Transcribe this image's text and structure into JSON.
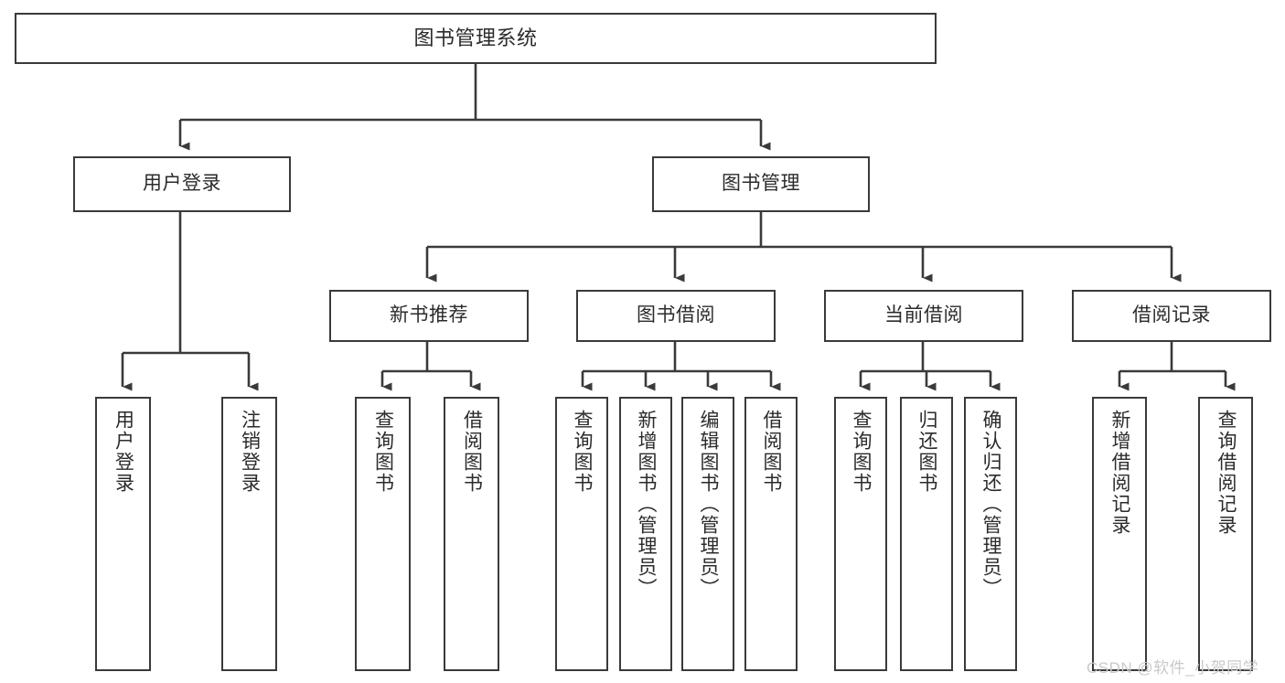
{
  "diagram": {
    "type": "tree-hierarchy",
    "title": "图书管理系统",
    "root": {
      "label": "图书管理系统"
    },
    "level2": [
      {
        "id": "user-login",
        "label": "用户登录"
      },
      {
        "id": "book-management",
        "label": "图书管理"
      }
    ],
    "level3": [
      {
        "id": "new-book-recommend",
        "label": "新书推荐",
        "parent": "book-management"
      },
      {
        "id": "book-borrow",
        "label": "图书借阅",
        "parent": "book-management"
      },
      {
        "id": "current-borrow",
        "label": "当前借阅",
        "parent": "book-management"
      },
      {
        "id": "borrow-record",
        "label": "借阅记录",
        "parent": "book-management"
      }
    ],
    "leaves": [
      {
        "id": "leaf-user-login",
        "label": "用户登录",
        "parent": "user-login"
      },
      {
        "id": "leaf-logout-login",
        "label": "注销登录",
        "parent": "user-login"
      },
      {
        "id": "leaf-query-book-1",
        "label": "查询图书",
        "parent": "new-book-recommend"
      },
      {
        "id": "leaf-borrow-book-1",
        "label": "借阅图书",
        "parent": "new-book-recommend"
      },
      {
        "id": "leaf-query-book-2",
        "label": "查询图书",
        "parent": "book-borrow"
      },
      {
        "id": "leaf-add-book",
        "label": "新增图书（管理员）",
        "parent": "book-borrow"
      },
      {
        "id": "leaf-edit-book",
        "label": "编辑图书（管理员）",
        "parent": "book-borrow"
      },
      {
        "id": "leaf-borrow-book-2",
        "label": "借阅图书",
        "parent": "book-borrow"
      },
      {
        "id": "leaf-query-book-3",
        "label": "查询图书",
        "parent": "current-borrow"
      },
      {
        "id": "leaf-return-book",
        "label": "归还图书",
        "parent": "current-borrow"
      },
      {
        "id": "leaf-confirm-return",
        "label": "确认归还（管理员）",
        "parent": "current-borrow"
      },
      {
        "id": "leaf-add-borrow-record",
        "label": "新增借阅记录",
        "parent": "borrow-record"
      },
      {
        "id": "leaf-query-borrow-record",
        "label": "查询借阅记录",
        "parent": "borrow-record"
      }
    ],
    "colors": {
      "background": "#ffffff",
      "box_border": "#3a3a3a",
      "box_fill": "#ffffff",
      "text": "#2b2b2b",
      "connector": "#3a3a3a",
      "watermark": "#c9c9c9"
    }
  },
  "watermark": {
    "text": "CSDN @软件_小贺同学"
  }
}
